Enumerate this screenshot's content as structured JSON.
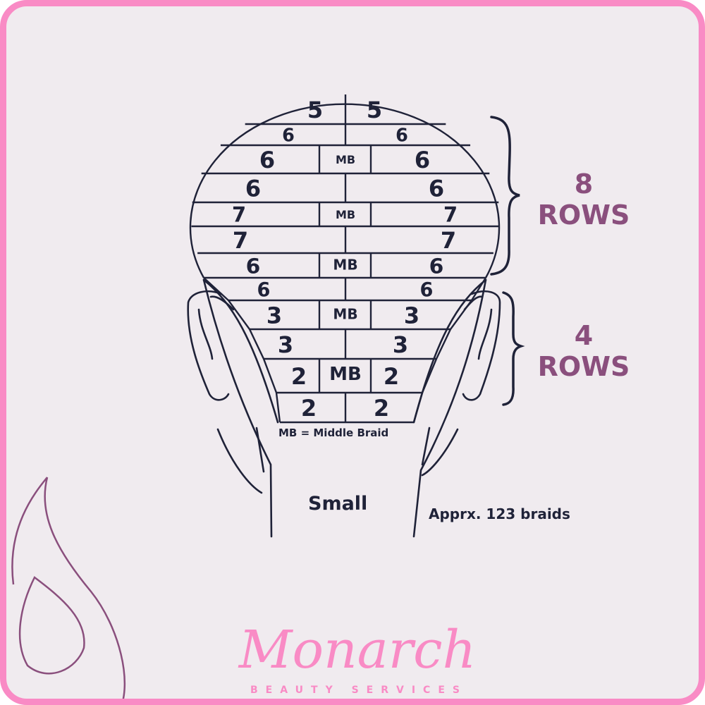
{
  "diagram": {
    "rows": [
      {
        "left": "5",
        "right": "5",
        "middle": null
      },
      {
        "left": "6",
        "right": "6",
        "middle": null
      },
      {
        "left": "6",
        "right": "6",
        "middle": "MB"
      },
      {
        "left": "6",
        "right": "6",
        "middle": null
      },
      {
        "left": "7",
        "right": "7",
        "middle": "MB"
      },
      {
        "left": "7",
        "right": "7",
        "middle": null
      },
      {
        "left": "6",
        "right": "6",
        "middle": "MB"
      },
      {
        "left": "6",
        "right": "6",
        "middle": null
      },
      {
        "left": "3",
        "right": "3",
        "middle": "MB"
      },
      {
        "left": "3",
        "right": "3",
        "middle": null
      },
      {
        "left": "2",
        "right": "2",
        "middle": "MB"
      },
      {
        "left": "2",
        "right": "2",
        "middle": null
      }
    ],
    "legend": "MB = Middle Braid",
    "size_label": "Small",
    "count_label": "Apprx. 123 braids",
    "group_top": {
      "number": "8",
      "word": "ROWS"
    },
    "group_bottom": {
      "number": "4",
      "word": "ROWS"
    }
  },
  "brand": {
    "name": "Monarch",
    "tagline": "BEAUTY SERVICES"
  },
  "colors": {
    "ink": "#1f2238",
    "accent": "#8a4f7d",
    "pink": "#f98bc5",
    "background": "#f0ebef"
  }
}
